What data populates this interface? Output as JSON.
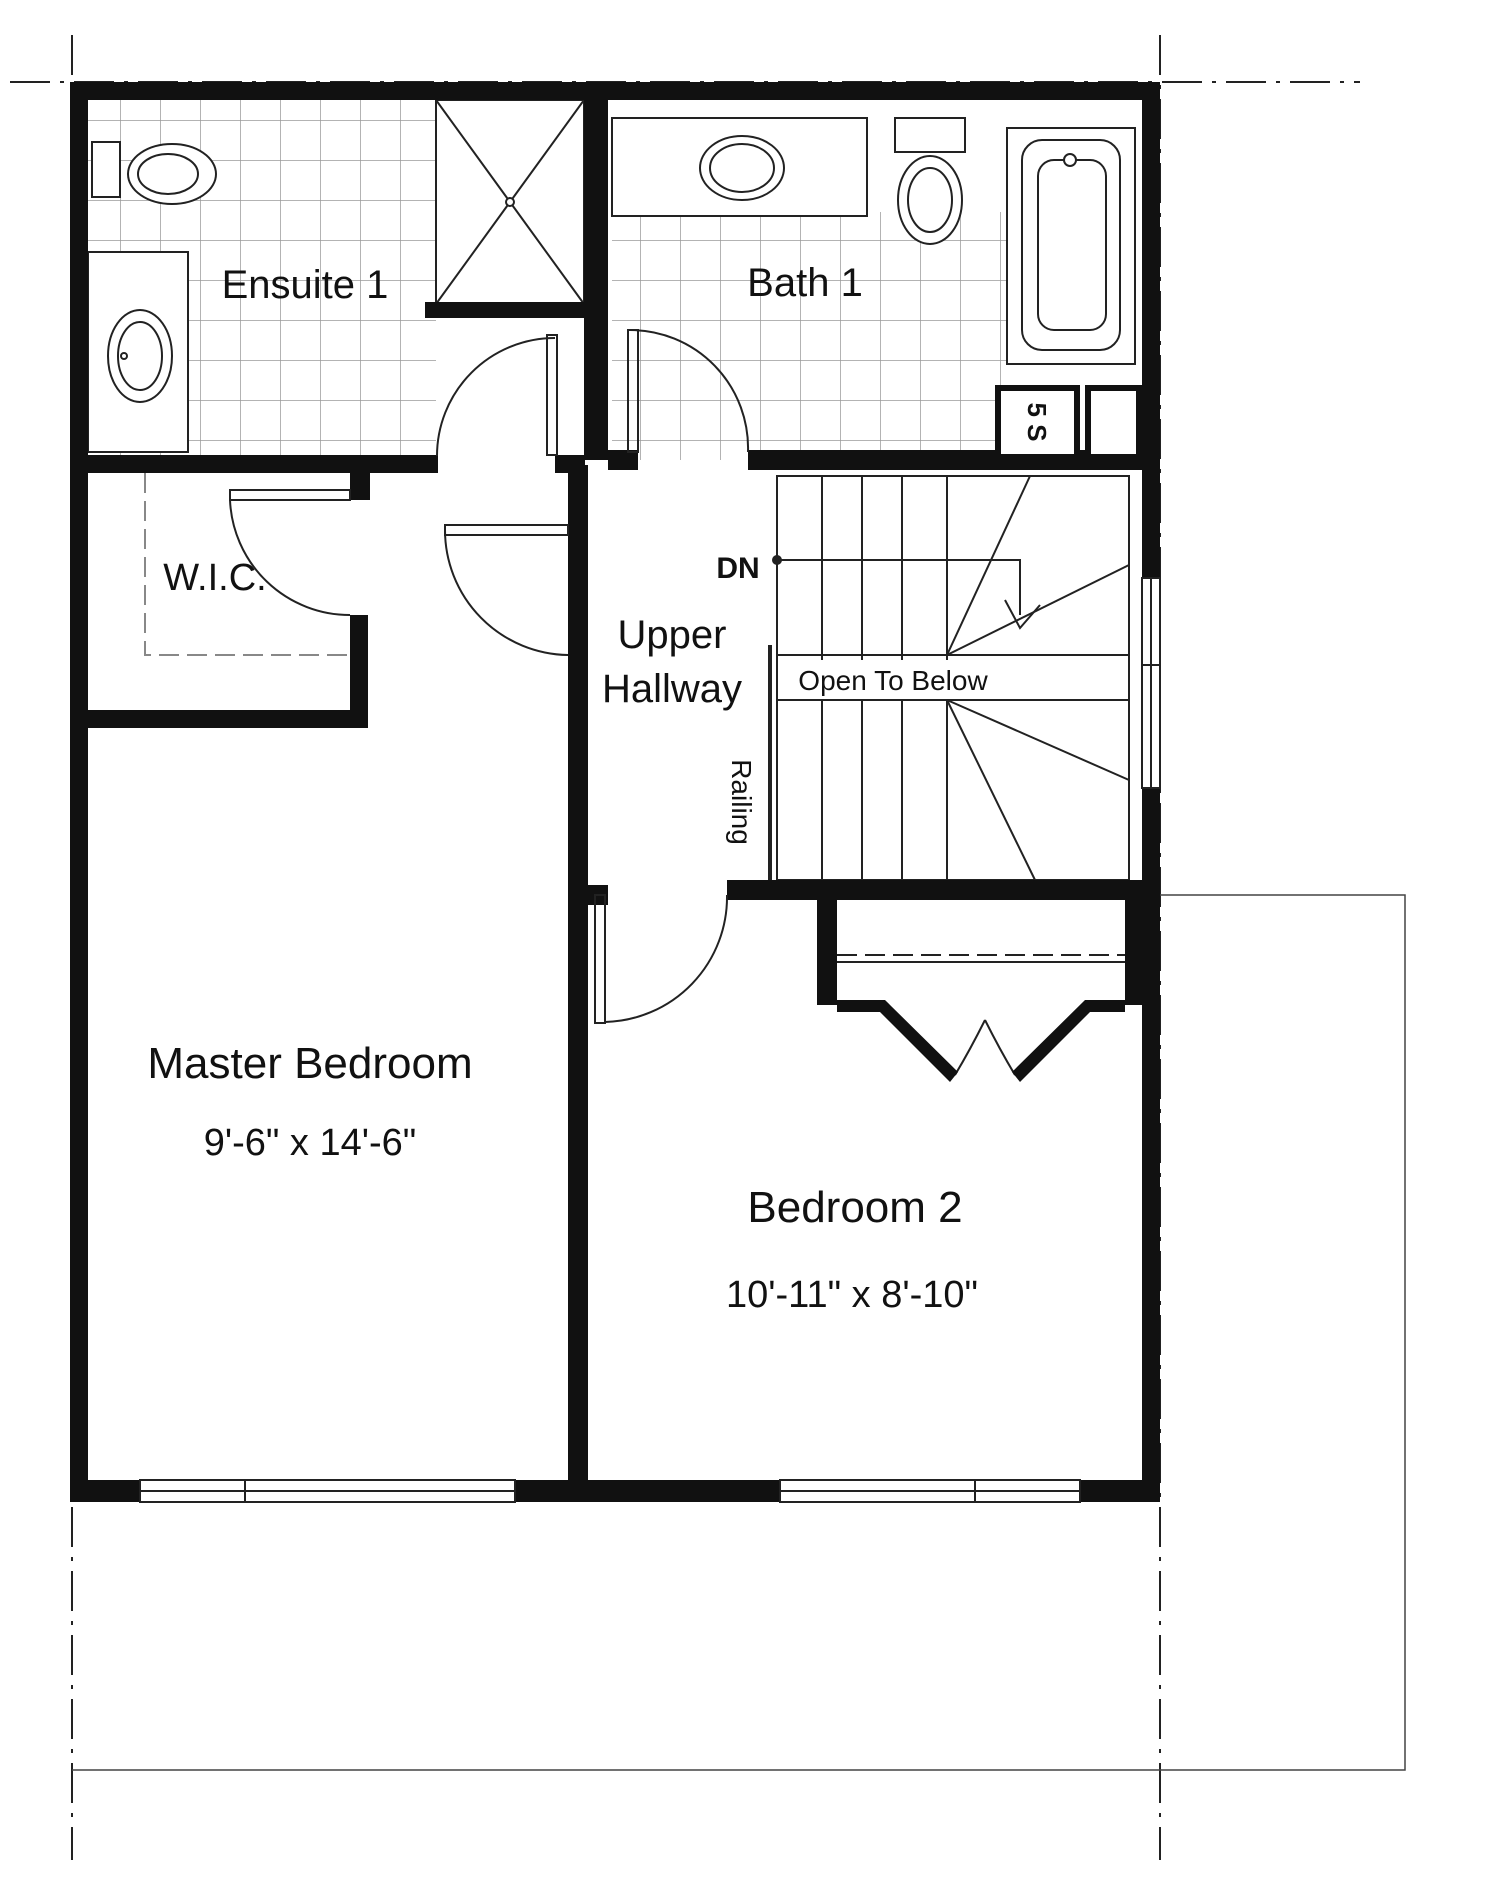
{
  "rooms": {
    "ensuite": "Ensuite 1",
    "bath": "Bath 1",
    "wic": "W.I.C.",
    "hallway_line1": "Upper",
    "hallway_line2": "Hallway",
    "master": "Master Bedroom",
    "master_dim": "9'-6\" x 14'-6\"",
    "bedroom2": "Bedroom 2",
    "bedroom2_dim": "10'-11\" x 8'-10\""
  },
  "labels": {
    "down": "DN",
    "open_to_below": "Open To Below",
    "railing": "Railing",
    "linen": "5 S"
  },
  "colors": {
    "wall": "#111111",
    "line": "#222222",
    "tile": "#9a9a9a",
    "dash": "#888888"
  }
}
